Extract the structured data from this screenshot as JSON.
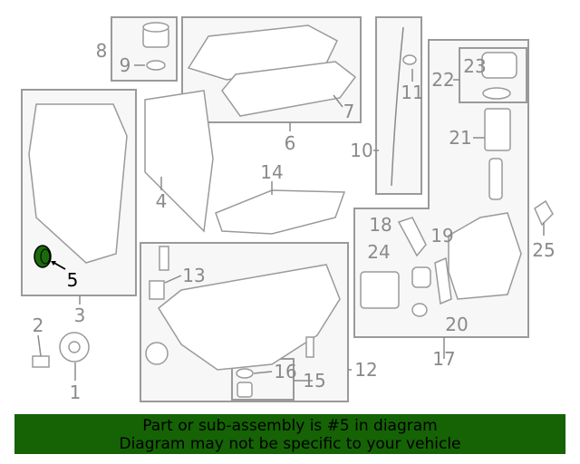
{
  "diagram": {
    "highlighted_part": "5",
    "highlight_color": "#1a6b0a",
    "callouts": [
      "1",
      "2",
      "3",
      "4",
      "5",
      "6",
      "7",
      "8",
      "9",
      "10",
      "11",
      "12",
      "13",
      "14",
      "15",
      "16",
      "17",
      "18",
      "19",
      "20",
      "21",
      "22",
      "23",
      "24",
      "25"
    ]
  },
  "banner": {
    "line1": "Part or sub-assembly is #5 in diagram",
    "line2": "Diagram may not be specific to your vehicle",
    "background": "#156305"
  }
}
